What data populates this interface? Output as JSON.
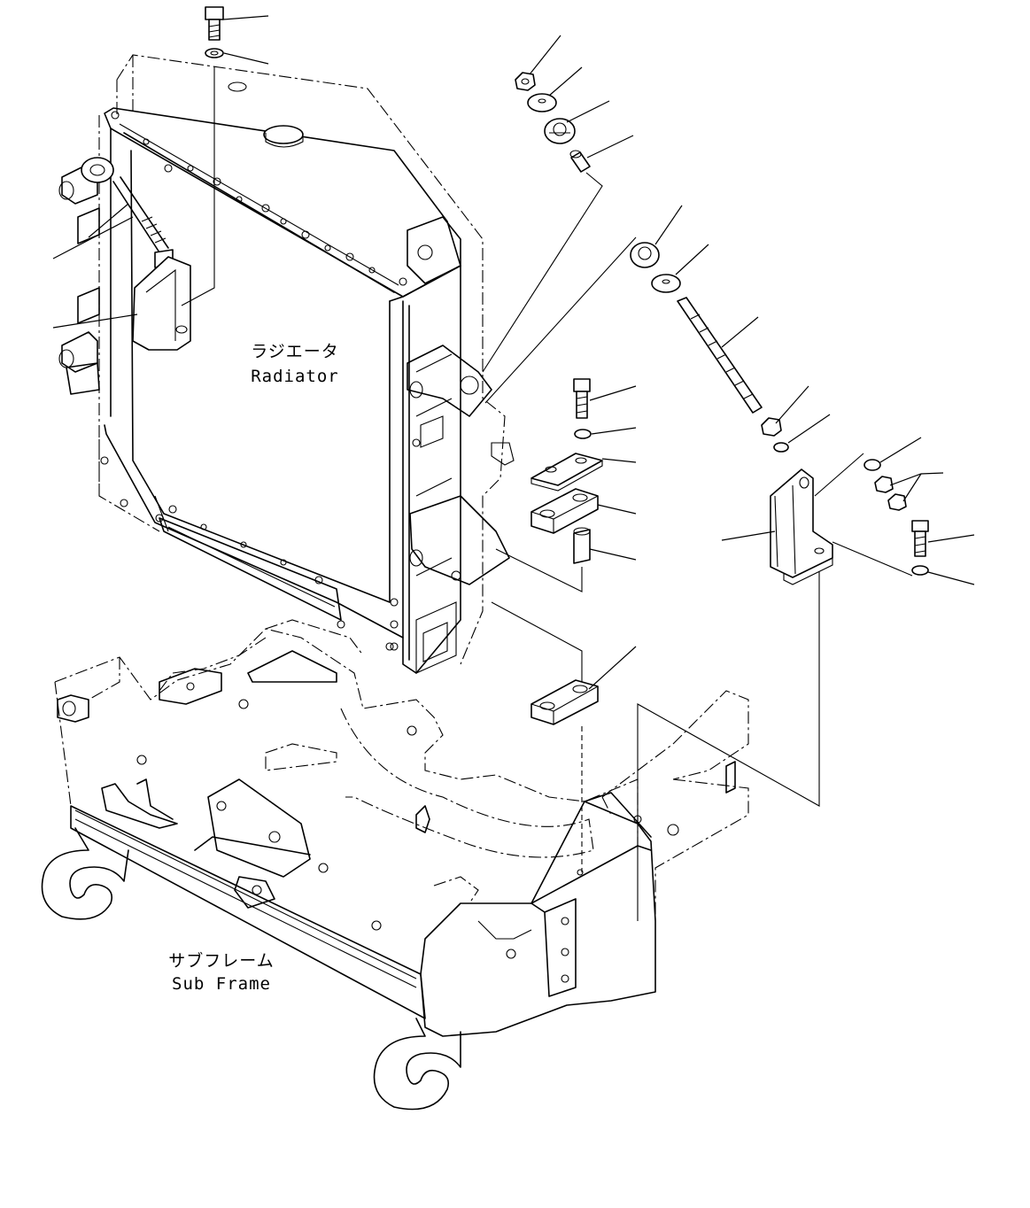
{
  "labels": {
    "radiator_jp": "ラジエータ",
    "radiator_en": "Radiator",
    "subframe_jp": "サブフレーム",
    "subframe_en": "Sub Frame"
  }
}
